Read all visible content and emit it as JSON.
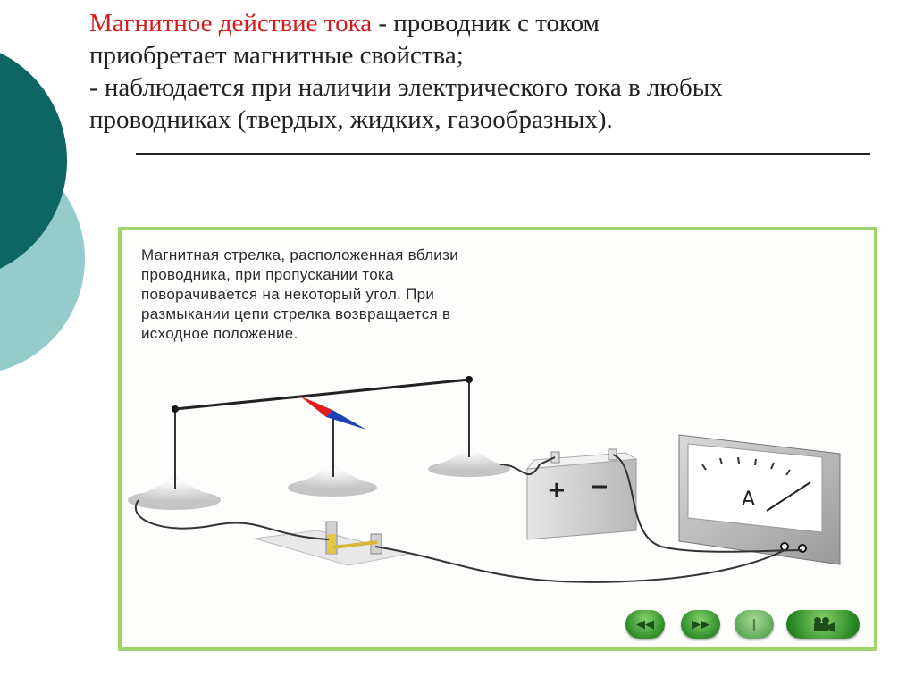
{
  "colors": {
    "accent_red": "#d11f1f",
    "frame_border": "#9ed46a",
    "deco_dark": "#0d6663",
    "deco_light": "#95cccb",
    "needle_red": "#e02020",
    "needle_blue": "#1e3fb8",
    "button_green": "#3a9a33"
  },
  "slide": {
    "title_highlight": "Магнитное действие тока",
    "title_rest_line1": " - проводник с током",
    "title_line2": "приобретает магнитные свойства;",
    "title_line3": "- наблюдается при наличии электрического тока в любых",
    "title_line4": "проводниках (твердых, жидких, газообразных)."
  },
  "animation": {
    "caption_lines": [
      "Магнитная стрелка, расположенная вблизи",
      "проводника, при пропускании тока",
      "поворачивается на некоторый угол. При",
      "размыкании цепи стрелка возвращается в",
      "исходное положение."
    ],
    "battery": {
      "plus": "+",
      "minus": "−"
    },
    "ammeter": {
      "label": "A"
    },
    "controls": [
      {
        "name": "rewind-button",
        "icon": "rewind-icon",
        "glyph": "◀◀"
      },
      {
        "name": "fast-forward-button",
        "icon": "fast-forward-icon",
        "glyph": "▶▶"
      },
      {
        "name": "pause-button",
        "icon": "pause-icon",
        "glyph": "❙"
      },
      {
        "name": "video-button",
        "icon": "video-camera-icon",
        "glyph": ""
      }
    ]
  }
}
